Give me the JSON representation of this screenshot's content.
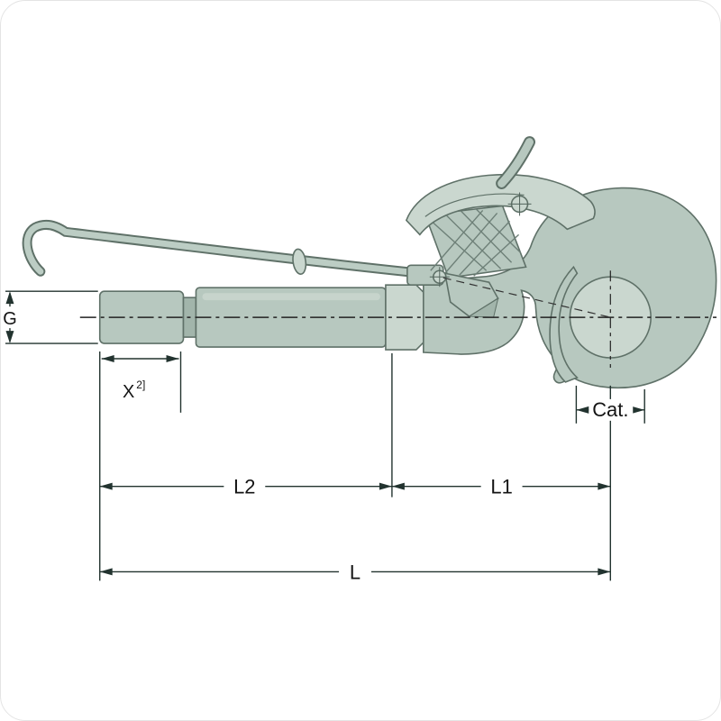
{
  "page": {
    "background": "#ffffff",
    "border_color": "#e4e4e4"
  },
  "diagram": {
    "type": "technical-drawing",
    "subject": "Top link hook with cylindrical body - dimensional outline drawing",
    "colors": {
      "part_fill": "#b7c8bf",
      "part_fill_light": "#cad7cf",
      "part_fill_dark": "#a2b5ab",
      "part_outline": "#5f7168",
      "dimension_line": "#22332f",
      "centerline": "#222222",
      "text": "#141414"
    },
    "labels": {
      "g": "G",
      "x": "X",
      "x_footnote": "2]",
      "cat": "Cat.",
      "l2": "L2",
      "l1": "L1",
      "l": "L"
    }
  }
}
